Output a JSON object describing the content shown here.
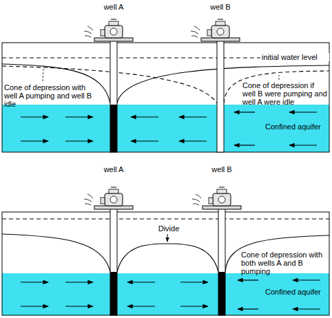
{
  "diagram": {
    "nodes": [
      {
        "text": [
          "Confined aquifer"
        ]
      },
      {
        "text": [
          "Confined aquifer"
        ]
      }
    ],
    "labels": [
      "well A",
      "well B",
      "initial water level",
      "Cone of depression with well A pumping and well B idle",
      "Cone of depression if well B were pumping and well A were idle",
      "well A",
      "well B",
      "Divide",
      "Cone of depression with both wells A and B pumping"
    ]
  }
}
